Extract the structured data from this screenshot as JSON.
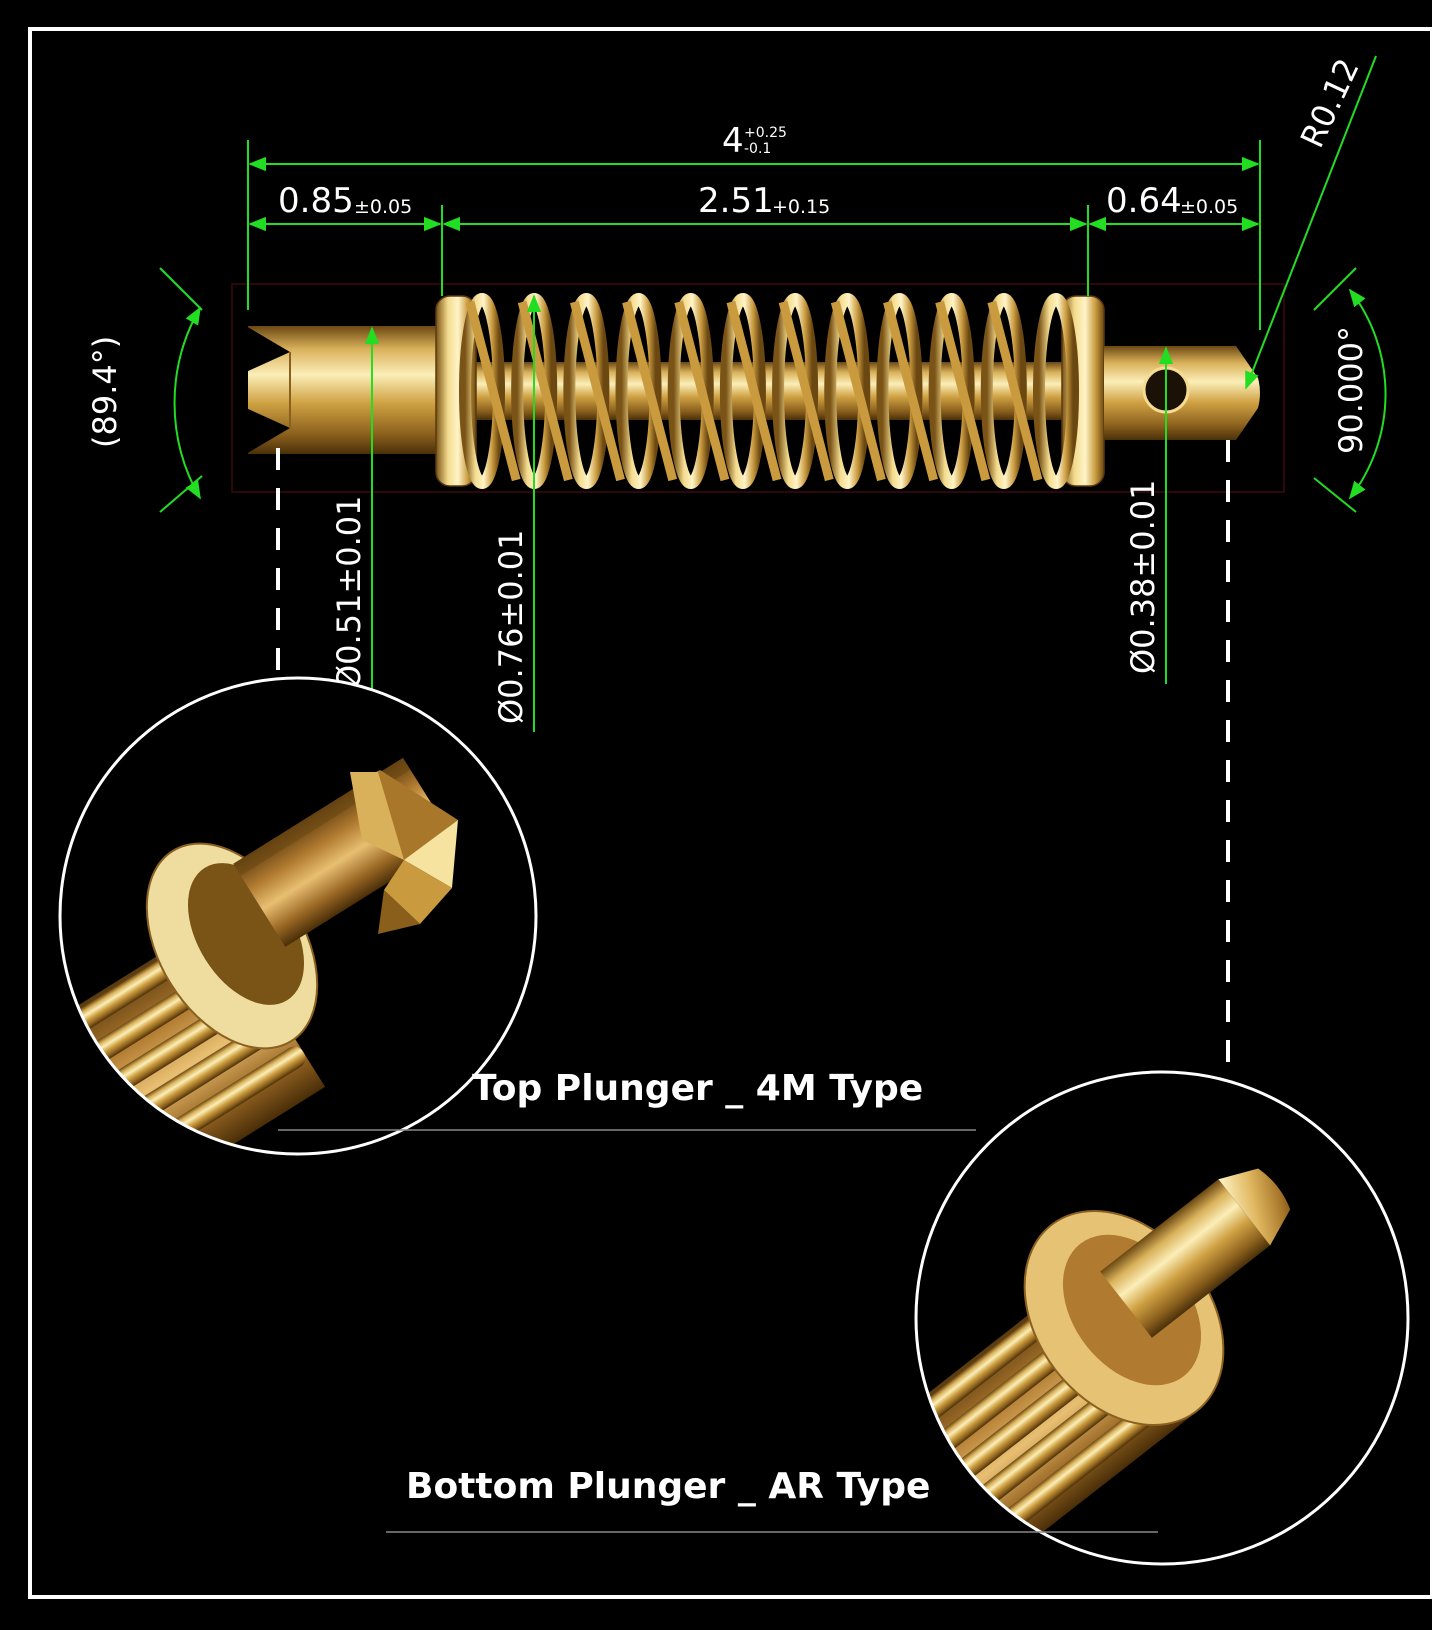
{
  "drawing": {
    "overall_length": {
      "value": "4",
      "tol_upper": "+0.25",
      "tol_lower": "-0.1"
    },
    "top_length": {
      "value": "0.85",
      "tol": "±0.05"
    },
    "body_length": {
      "value": "2.51",
      "tol": "+0.15"
    },
    "bottom_length": {
      "value": "0.64",
      "tol": "±0.05"
    },
    "tip_radius": "R0.12",
    "top_tip_angle": "(89.4°)",
    "bottom_tip_angle": "90.000°",
    "top_plunger_diameter": "Ø0.51±0.01",
    "barrel_diameter": "Ø0.76±0.01",
    "bottom_plunger_diameter": "Ø0.38±0.01"
  },
  "callouts": {
    "top_plunger": "Top Plunger _ 4M Type",
    "bottom_plunger": "Bottom Plunger _ AR Type"
  },
  "colors": {
    "dimension_line": "#22dd22",
    "frame": "#ffffff",
    "gold_light": "#f6e3a0",
    "gold_mid": "#d4a94a",
    "gold_dark": "#7a5316"
  }
}
